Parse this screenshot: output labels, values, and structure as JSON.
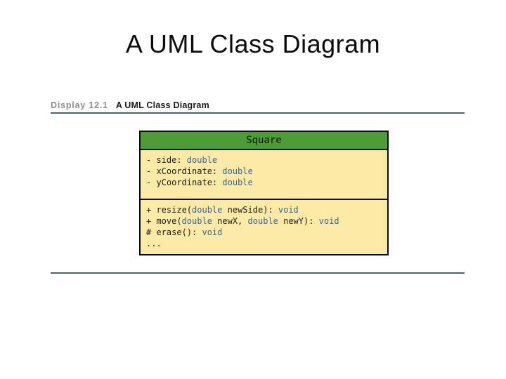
{
  "slide_title": "A UML Class Diagram",
  "figure": {
    "label": "Display 12.1",
    "caption": "A UML Class Diagram"
  },
  "uml_class": {
    "name": "Square",
    "attribute_lines": [
      [
        {
          "text": "- side: ",
          "kind": "plain"
        },
        {
          "text": "double",
          "kind": "keyword"
        }
      ],
      [
        {
          "text": "- xCoordinate: ",
          "kind": "plain"
        },
        {
          "text": "double",
          "kind": "keyword"
        }
      ],
      [
        {
          "text": "- yCoordinate: ",
          "kind": "plain"
        },
        {
          "text": "double",
          "kind": "keyword"
        }
      ]
    ],
    "method_lines": [
      [
        {
          "text": "+ resize(",
          "kind": "plain"
        },
        {
          "text": "double",
          "kind": "keyword"
        },
        {
          "text": " newSide): ",
          "kind": "plain"
        },
        {
          "text": "void",
          "kind": "keyword"
        }
      ],
      [
        {
          "text": "+ move(",
          "kind": "plain"
        },
        {
          "text": "double",
          "kind": "keyword"
        },
        {
          "text": " newX, ",
          "kind": "plain"
        },
        {
          "text": "double",
          "kind": "keyword"
        },
        {
          "text": " newY): ",
          "kind": "plain"
        },
        {
          "text": "void",
          "kind": "keyword"
        }
      ],
      [
        {
          "text": "# erase(): ",
          "kind": "plain"
        },
        {
          "text": "void",
          "kind": "keyword"
        }
      ],
      [
        {
          "text": "...",
          "kind": "plain"
        }
      ]
    ]
  },
  "colors": {
    "class_header_bg": "#4c9b35",
    "class_body_bg": "#fbe9a6",
    "keyword_text": "#35679e",
    "code_text": "#1f1f1f",
    "rule_line": "#4a6672",
    "figure_label_gray": "#8d8d8d"
  }
}
